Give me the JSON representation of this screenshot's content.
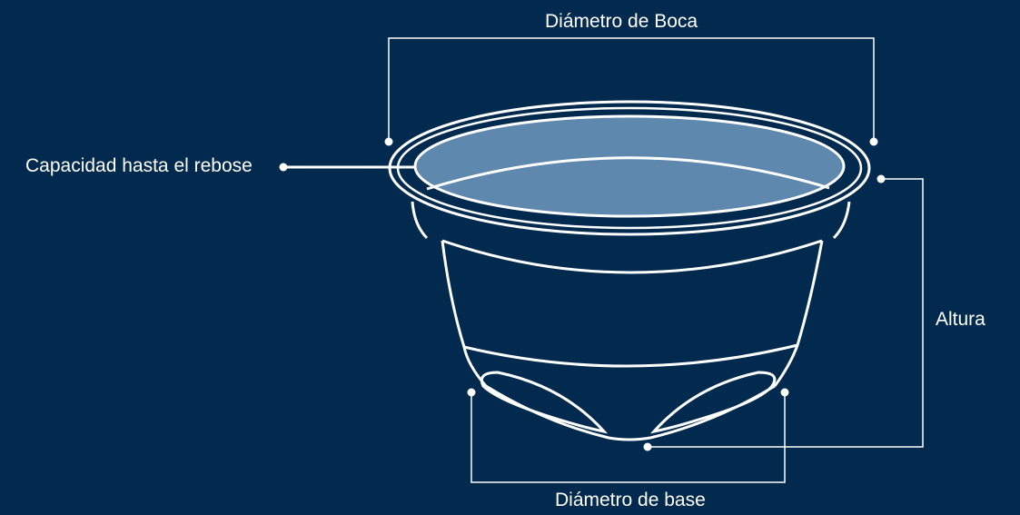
{
  "labels": {
    "mouth_diameter": "Diámetro de Boca",
    "overflow_capacity": "Capacidad hasta el rebose",
    "height": "Altura",
    "base_diameter": "Diámetro de base"
  },
  "colors": {
    "background": "#022a4f",
    "line": "#ffffff",
    "fill": "#5f88ae"
  }
}
